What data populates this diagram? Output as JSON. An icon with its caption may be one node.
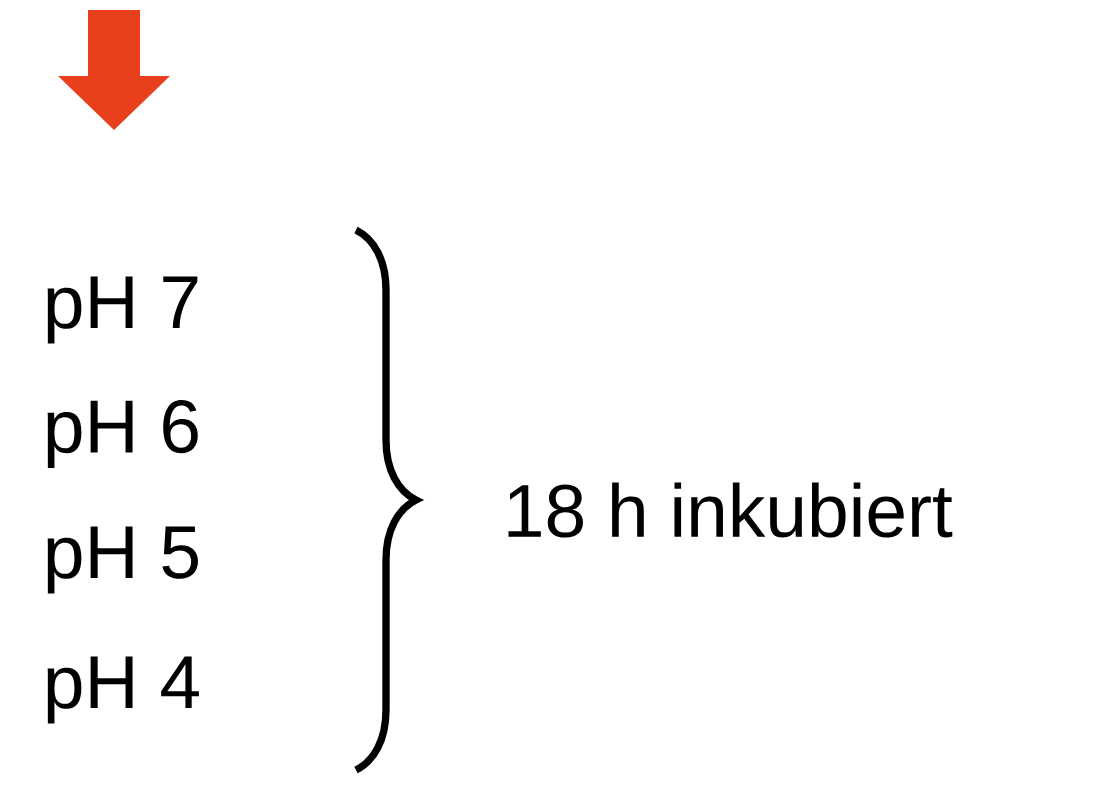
{
  "diagram": {
    "labels": [
      "pH 7",
      "pH 6",
      "pH 5",
      "pH 4",
      "18 h inkubiert"
    ]
  }
}
